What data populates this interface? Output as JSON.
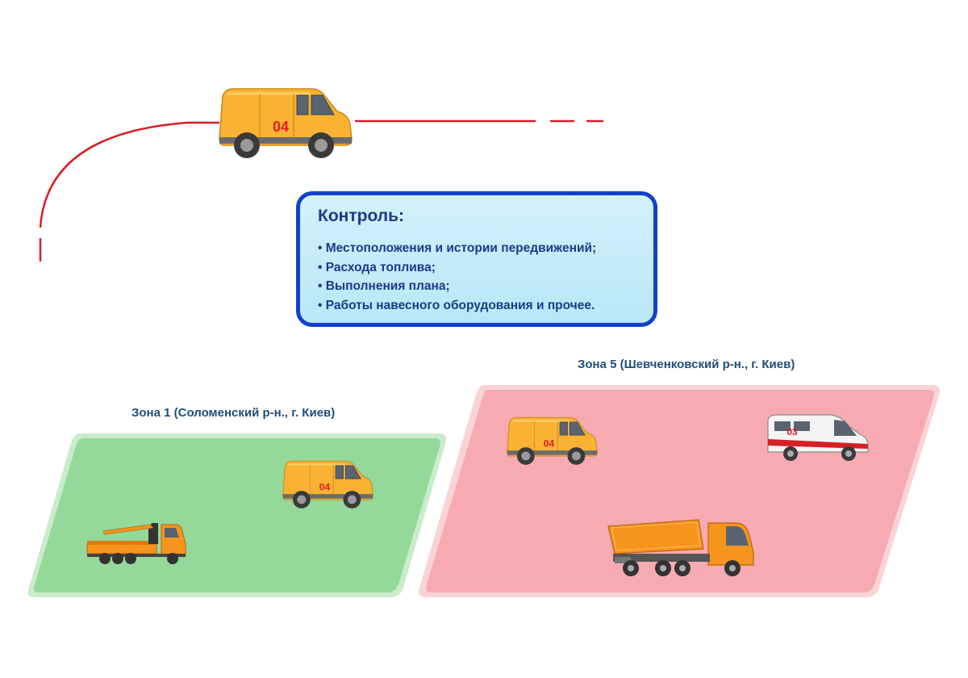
{
  "info_box": {
    "title": "Контроль:",
    "items": [
      "Местоположения и истории передвижений;",
      "Расхода топлива;",
      "Выполнения плана;",
      "Работы навесного оборудования и прочее."
    ]
  },
  "zones": [
    {
      "label": "Зона 1 (Соломенский р-н., г. Киев)",
      "color": "#94d89a"
    },
    {
      "label": "Зона 5 (Шевченковский р-н., г. Киев)",
      "color": "#f7aab1"
    }
  ],
  "vehicles": {
    "van_number": "04",
    "ambulance_number": "03"
  },
  "colors": {
    "route_line": "#d61f26",
    "box_border": "#1240c8",
    "box_fill": "#c5ecf8",
    "text_dark_blue": "#1a3a8a",
    "van_body": "#f9b233",
    "truck_orange": "#f7941d"
  }
}
